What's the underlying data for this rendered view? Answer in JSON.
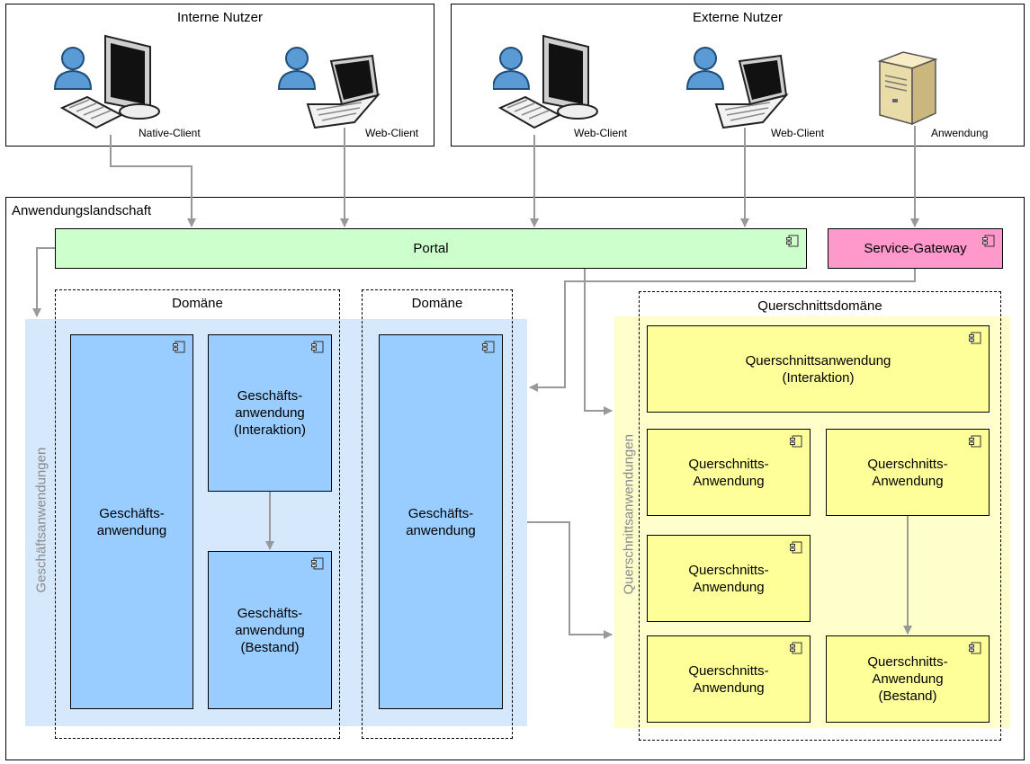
{
  "users": {
    "internal": {
      "title": "Interne Nutzer",
      "native_client": "Native-Client",
      "web_client": "Web-Client"
    },
    "external": {
      "title": "Externe Nutzer",
      "web_client_1": "Web-Client",
      "web_client_2": "Web-Client",
      "application": "Anwendung"
    }
  },
  "landscape": {
    "title": "Anwendungslandschaft",
    "portal": "Portal",
    "service_gateway": "Service-Gateway",
    "business_band": "Geschäftsanwendungen",
    "cross_band": "Querschnittsanwendungen",
    "domain1": {
      "title": "Domäne",
      "app_main": "Geschäfts-\nanwendung",
      "app_interaction": "Geschäfts-\nanwendung\n(Interaktion)",
      "app_inventory": "Geschäfts-\nanwendung\n(Bestand)"
    },
    "domain2": {
      "title": "Domäne",
      "app_main": "Geschäfts-\nanwendung"
    },
    "cross_domain": {
      "title": "Querschnittsdomäne",
      "interaction": "Querschnittsanwendung\n(Interaktion)",
      "app_1": "Querschnitts-\nAnwendung",
      "app_2": "Querschnitts-\nAnwendung",
      "app_3": "Querschnitts-\nAnwendung",
      "app_4": "Querschnitts-\nAnwendung",
      "app_inventory": "Querschnitts-\nAnwendung\n(Bestand)"
    }
  },
  "colors": {
    "portal": "#ccffcc",
    "gateway": "#ff99cc",
    "business_band": "#d6e8fb",
    "business_app": "#99ccff",
    "cross_band": "#ffffcc",
    "cross_app": "#ffff99",
    "connector": "#999999"
  }
}
